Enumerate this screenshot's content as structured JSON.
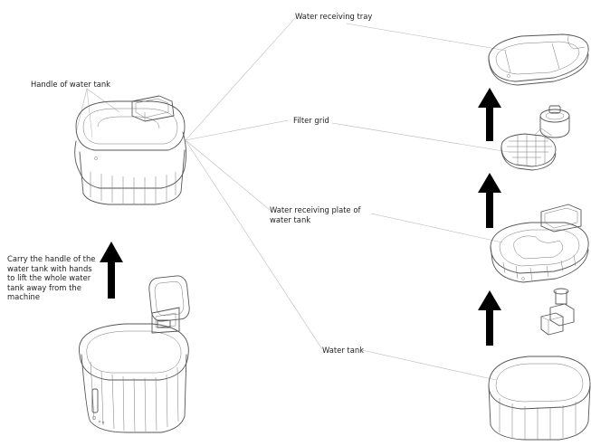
{
  "labels": {
    "handle": "Handle of water tank",
    "carry": "Carry the handle of the\nwater tank with hands\nto lift the whole water\ntank away from the\nmachine",
    "tray": "Water receiving tray",
    "filter": "Filter grid",
    "plate": "Water receiving plate of\nwater tank",
    "tank": "Water tank"
  },
  "icons": {
    "arrow": "arrow-up-icon"
  }
}
